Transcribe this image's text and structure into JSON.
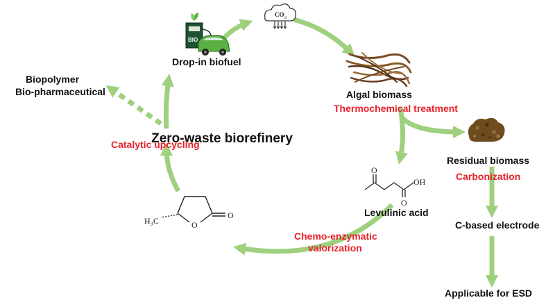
{
  "diagram": {
    "center_title": "Zero-waste biorefinery",
    "nodes": {
      "drop_in_biofuel": "Drop-in biofuel",
      "algal_biomass": "Algal biomass",
      "residual_biomass": "Residual biomass",
      "levulinic_acid": "Levulinic acid",
      "c_based_electrode": "C-based electrode",
      "applicable_esd": "Applicable for ESD",
      "biopolymer": "Biopolymer",
      "biopharmaceutical": "Bio-pharmaceutical"
    },
    "processes": {
      "thermochemical": "Thermochemical treatment",
      "carbonization": "Carbonization",
      "catalytic_upcycling": "Catalytic upcycling",
      "chemo_enzymatic_1": "Chemo-enzymatic",
      "chemo_enzymatic_2": "valorization"
    },
    "icons": {
      "co2_label": "CO",
      "co2_sub": "2",
      "bio_label": "BIO",
      "gvl_methyl": "H₃C",
      "gvl_o_ring": "O",
      "gvl_o_carbonyl": "O",
      "la_o_top": "O",
      "la_o_bottom": "O",
      "la_oh": "OH"
    },
    "colors": {
      "arrow": "#9fd07e",
      "process_text": "#e8202a",
      "text": "#111111"
    }
  }
}
